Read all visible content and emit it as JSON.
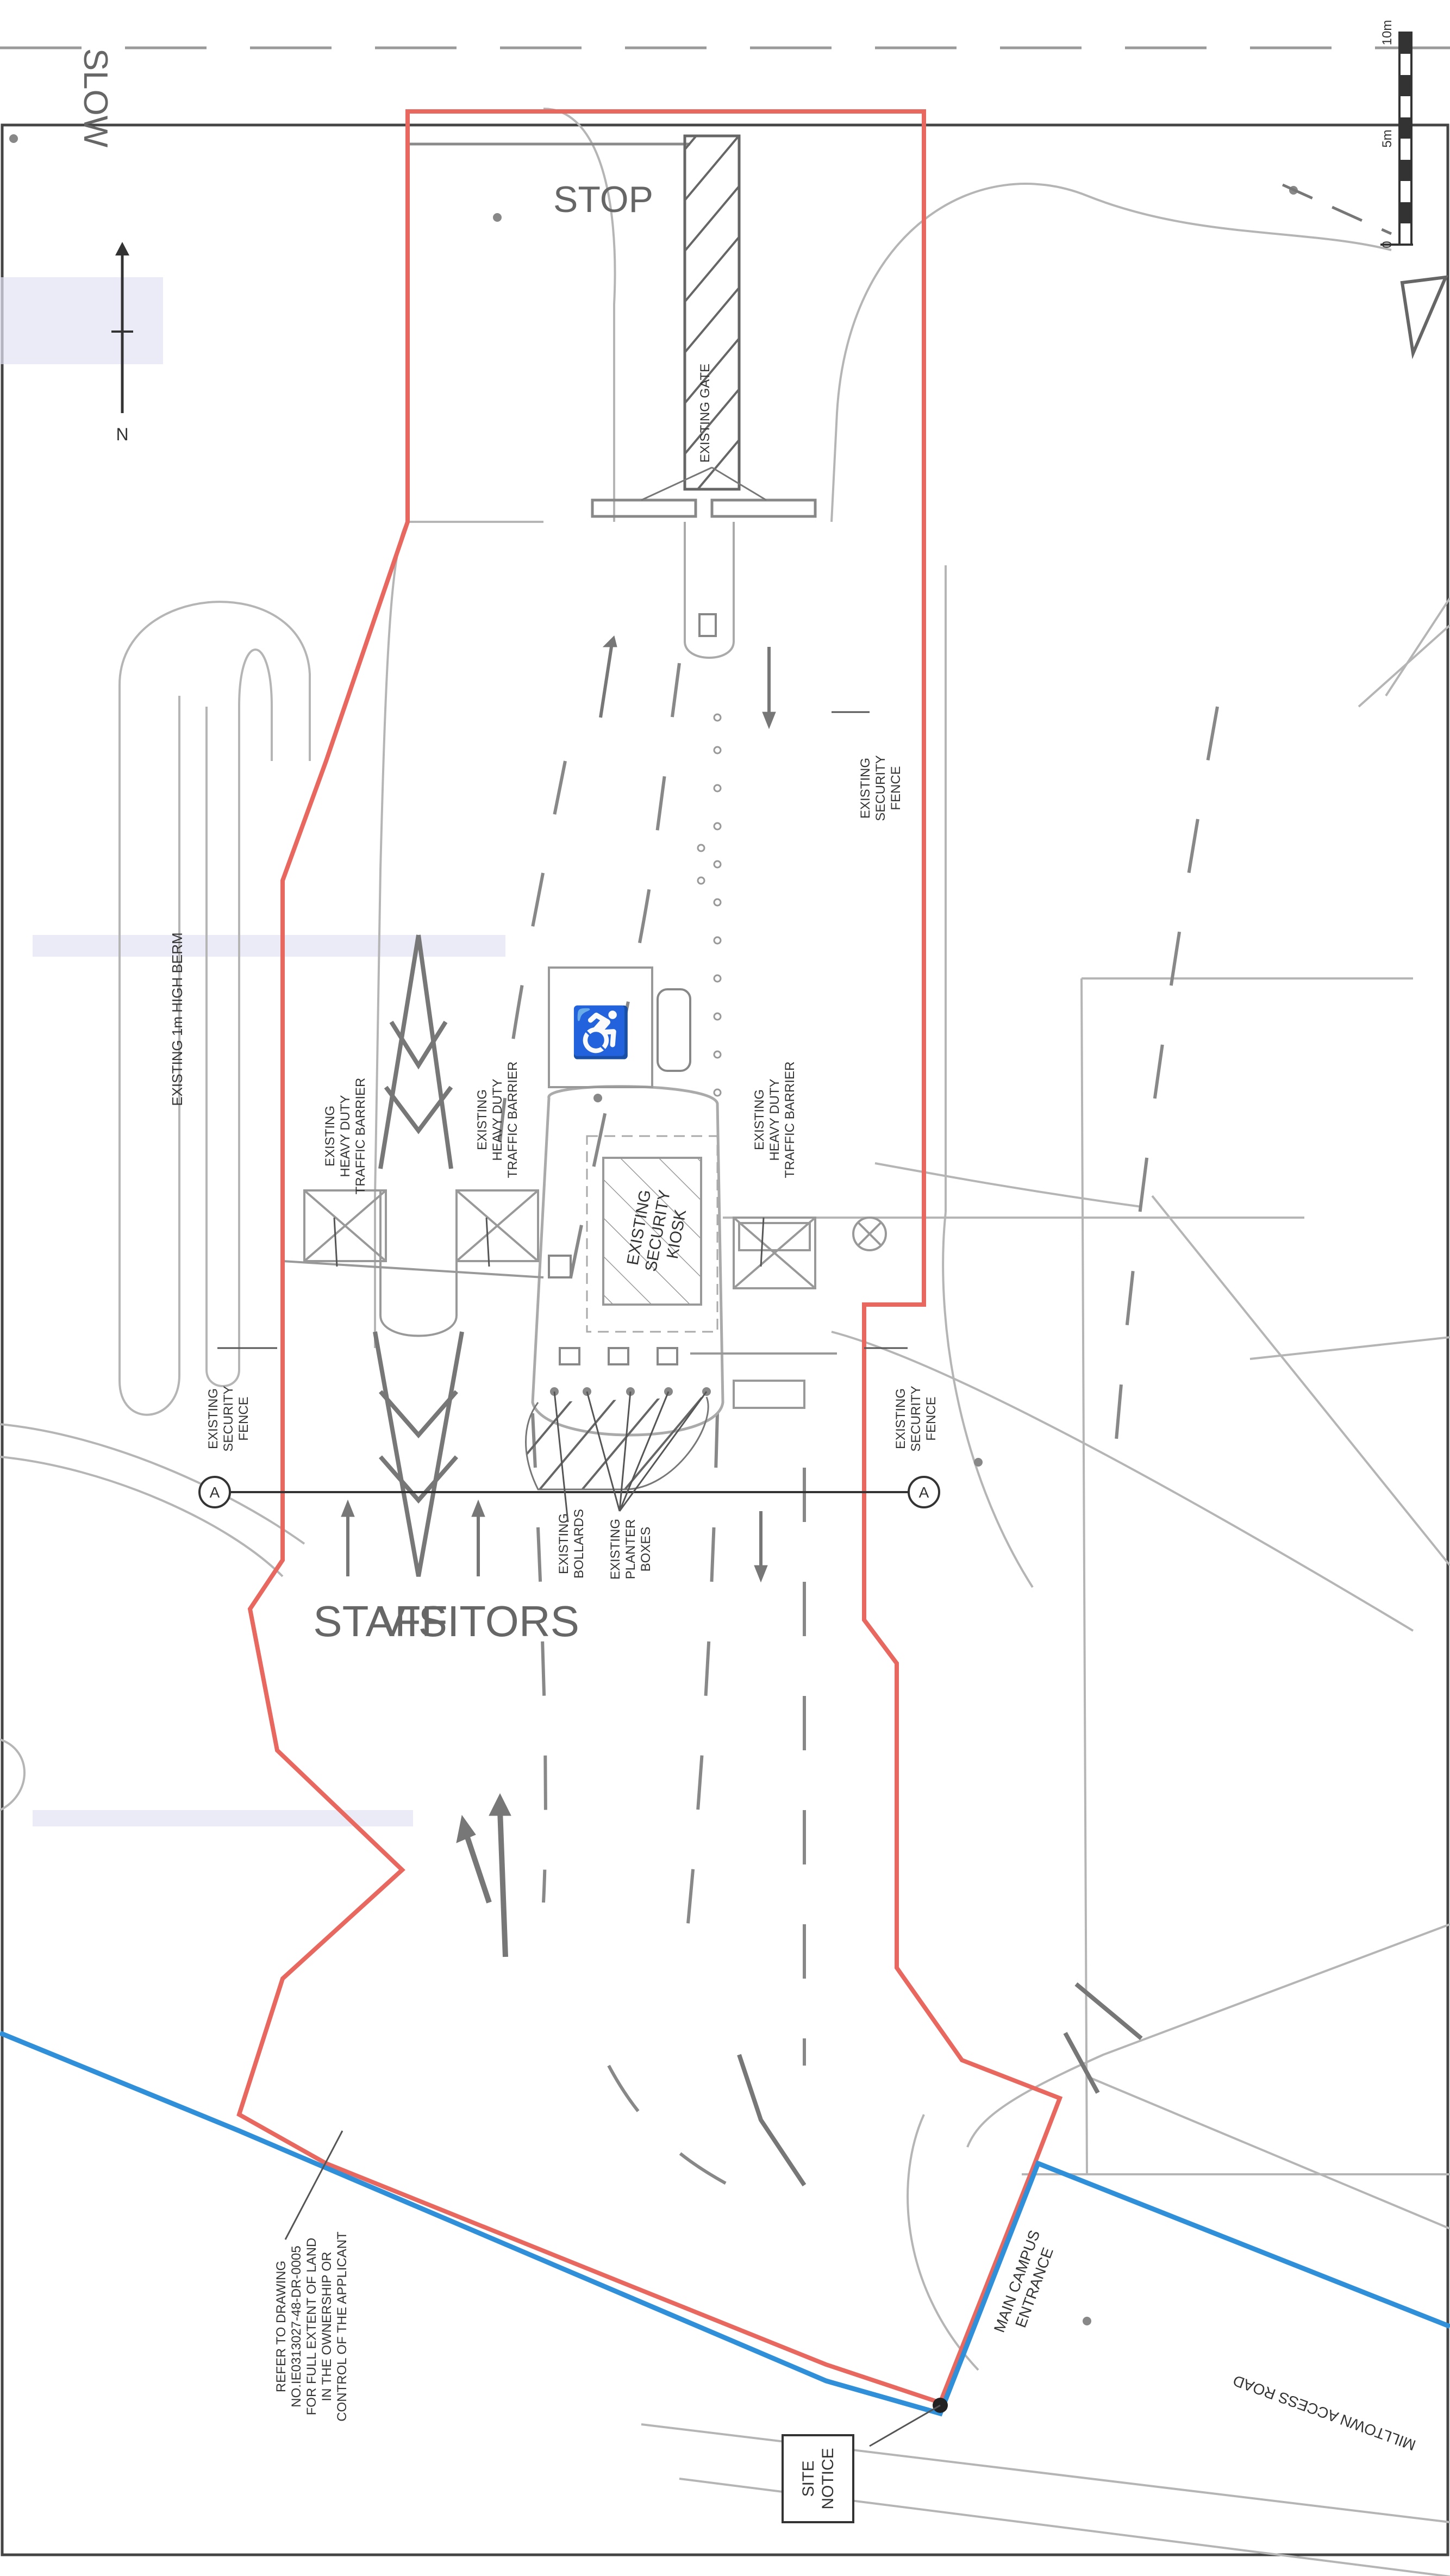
{
  "labels": {
    "slow": "SLOW",
    "stop": "STOP",
    "north": "N",
    "staff": "STAFF",
    "visitors": "VISITORS",
    "existing_gate": "EXISTING GATE",
    "security_fence_top": [
      "EXISTING",
      "SECURITY",
      "FENCE"
    ],
    "security_fence_left": [
      "EXISTING",
      "SECURITY",
      "FENCE"
    ],
    "security_fence_right": [
      "EXISTING",
      "SECURITY",
      "FENCE"
    ],
    "berm": "EXISTING 1m HIGH BERM",
    "barrier_left": [
      "EXISTING",
      "HEAVY DUTY",
      "TRAFFIC BARRIER"
    ],
    "barrier_mid": [
      "EXISTING",
      "HEAVY DUTY",
      "TRAFFIC BARRIER"
    ],
    "barrier_right": [
      "EXISTING",
      "HEAVY DUTY",
      "TRAFFIC BARRIER"
    ],
    "kiosk": [
      "EXISTING",
      "SECURITY",
      "KIOSK"
    ],
    "bollards": [
      "EXISTING",
      "BOLLARDS"
    ],
    "planters": [
      "EXISTING",
      "PLANTER",
      "BOXES"
    ],
    "refer": [
      "REFER TO DRAWING",
      "NO.IE0313027-48-DR-0005",
      "FOR FULL EXTENT OF LAND",
      "IN THE OWNERSHIP OR",
      "CONTROL OF THE APPLICANT"
    ],
    "main_campus": [
      "MAIN CAMPUS",
      "ENTRANCE"
    ],
    "milltown": "MILLTOWN ACCESS ROAD",
    "site_notice": [
      "SITE",
      "NOTICE"
    ],
    "section_marker": "A",
    "scale_0": "0",
    "scale_5": "5m",
    "scale_10": "10m"
  },
  "colors": {
    "site_boundary": "#e8675f",
    "ownership_boundary": "#2f8fd8",
    "linework": "#8a8a8a",
    "light_linework": "#b5b5b5",
    "hatch": "#6a6a6a"
  }
}
